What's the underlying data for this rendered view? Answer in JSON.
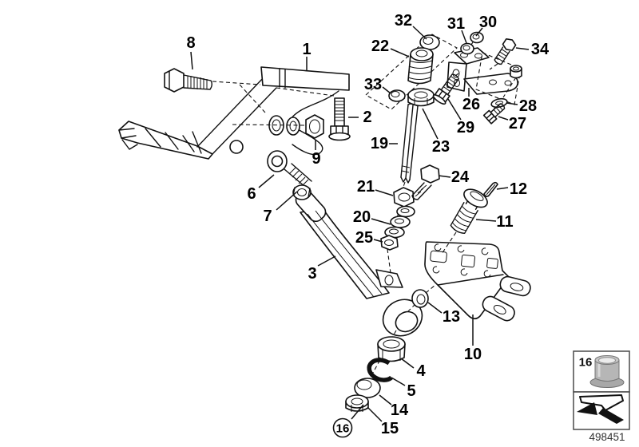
{
  "figure": {
    "type": "exploded-parts-diagram",
    "description": "Technical exploded view of pedal bracket and linkage parts with numbered callouts",
    "colors": {
      "background": "#ffffff",
      "line": "#111111",
      "bushing_body": "#b6b6b6",
      "bushing_top": "#c6c6c6",
      "bushing_flange": "#a8a8a8",
      "bushing_hole": "#ececec",
      "box_border": "#4a4a4a"
    }
  },
  "callouts": [
    {
      "label": "8"
    },
    {
      "label": "1"
    },
    {
      "label": "32"
    },
    {
      "label": "31"
    },
    {
      "label": "30"
    },
    {
      "label": "22"
    },
    {
      "label": "34"
    },
    {
      "label": "33"
    },
    {
      "label": "2"
    },
    {
      "label": "9"
    },
    {
      "label": "26"
    },
    {
      "label": "28"
    },
    {
      "label": "29"
    },
    {
      "label": "27"
    },
    {
      "label": "19"
    },
    {
      "label": "23"
    },
    {
      "label": "21"
    },
    {
      "label": "24"
    },
    {
      "label": "12"
    },
    {
      "label": "11"
    },
    {
      "label": "20"
    },
    {
      "label": "25"
    },
    {
      "label": "7"
    },
    {
      "label": "6"
    },
    {
      "label": "3"
    },
    {
      "label": "13"
    },
    {
      "label": "10"
    },
    {
      "label": "4"
    },
    {
      "label": "5"
    },
    {
      "label": "14"
    },
    {
      "label": "15"
    },
    {
      "label": "16",
      "circled": true
    }
  ],
  "legend": {
    "item_number": "16",
    "part_icon": "flanged-bushing-icon",
    "direction_icon": "supersession-arrow-icon"
  },
  "footer": {
    "diagram_number": "498451"
  }
}
